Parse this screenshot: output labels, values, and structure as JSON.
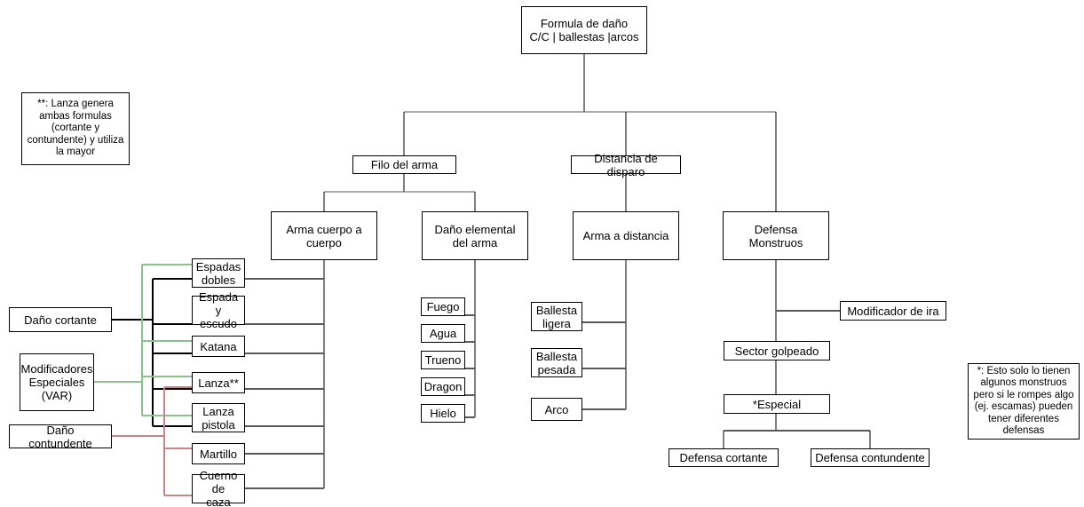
{
  "diagram": {
    "title_node": {
      "label": "Formula de daño\nC/C | ballestas |arcos"
    },
    "notes": {
      "left": {
        "label": "**: Lanza genera ambas formulas (cortante y contundente) y utiliza la mayor"
      },
      "right": {
        "label": "*: Esto solo lo tienen algunos monstruos pero si le rompes algo (ej. escamas) pueden tener diferentes defensas"
      }
    },
    "level1": [
      {
        "label": "Filo del arma"
      },
      {
        "label": "Distancia de disparo"
      }
    ],
    "level2": [
      {
        "label": "Arma cuerpo a\ncuerpo"
      },
      {
        "label": "Daño elemental\ndel arma"
      },
      {
        "label": "Arma a distancia"
      },
      {
        "label": "Defensa Monstruos"
      }
    ],
    "melee_weapons": [
      {
        "label": "Espadas\ndobles"
      },
      {
        "label": "Espada y\nescudo"
      },
      {
        "label": "Katana"
      },
      {
        "label": "Lanza**"
      },
      {
        "label": "Lanza\npistola"
      },
      {
        "label": "Martillo"
      },
      {
        "label": "Cuerno de\ncaza"
      }
    ],
    "elements": [
      {
        "label": "Fuego"
      },
      {
        "label": "Agua"
      },
      {
        "label": "Trueno"
      },
      {
        "label": "Dragon"
      },
      {
        "label": "Hielo"
      }
    ],
    "ranged_weapons": [
      {
        "label": "Ballesta\nligera"
      },
      {
        "label": "Ballesta\npesada"
      },
      {
        "label": "Arco"
      }
    ],
    "damage_types": [
      {
        "label": "Daño cortante"
      },
      {
        "label": "Modificadores\nEspeciales\n(VAR)"
      },
      {
        "label": "Daño contundente"
      }
    ],
    "monster_chain": [
      {
        "label": "Modificador de ira"
      },
      {
        "label": "Sector golpeado"
      },
      {
        "label": "*Especial"
      },
      {
        "label": "Defensa cortante"
      },
      {
        "label": "Defensa contundente"
      }
    ],
    "colors": {
      "line_black": "#000000",
      "line_gray": "#595959",
      "line_green": "#8bc28b",
      "line_red": "#c98585",
      "box_border": "#000000",
      "background": "#ffffff"
    }
  }
}
